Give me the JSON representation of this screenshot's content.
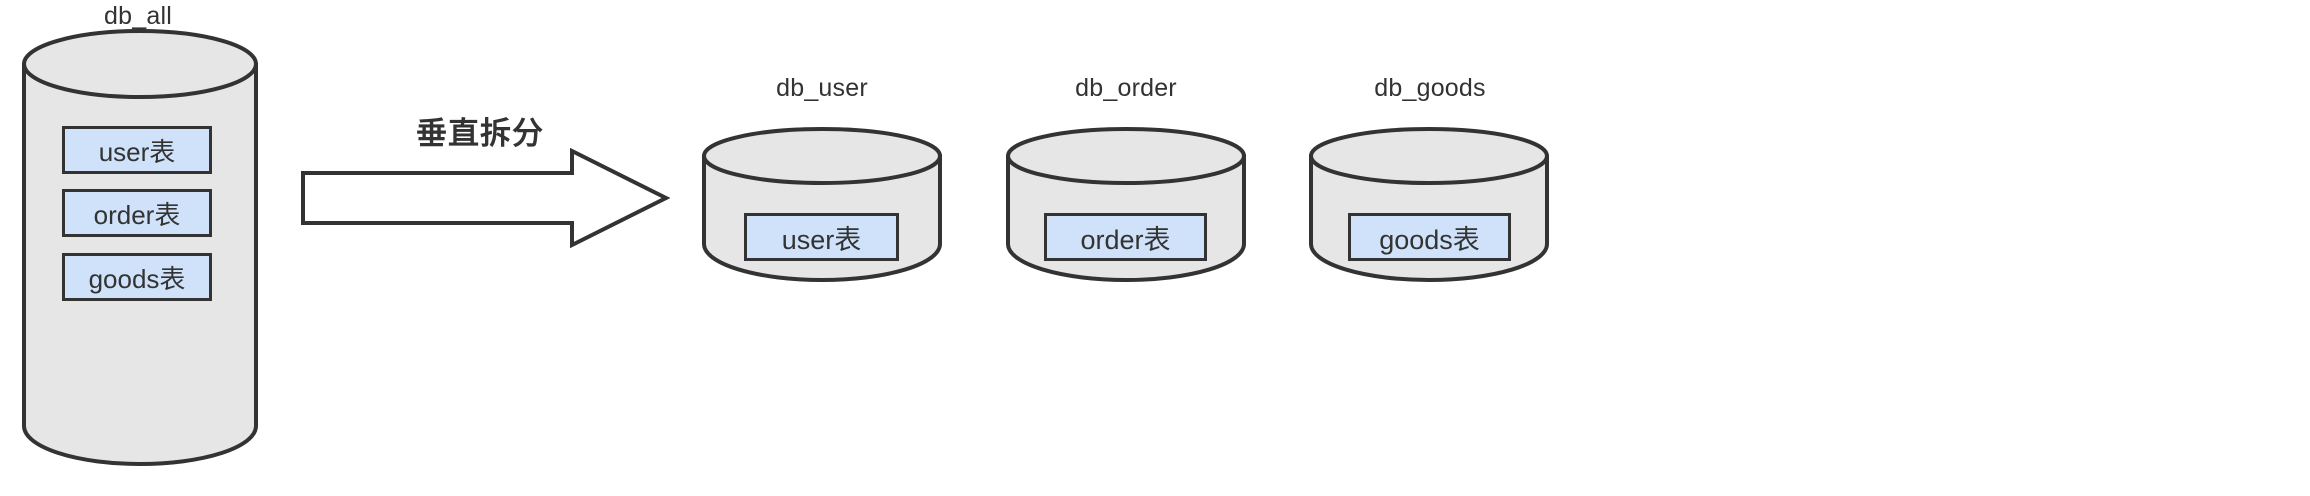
{
  "diagram": {
    "title_text": "垂直拆分",
    "source": {
      "label": "db_all",
      "tables": [
        {
          "name": "user表"
        },
        {
          "name": "order表"
        },
        {
          "name": "goods表"
        }
      ]
    },
    "targets": [
      {
        "label": "db_user",
        "table": "user表"
      },
      {
        "label": "db_order",
        "table": "order表"
      },
      {
        "label": "db_goods",
        "table": "goods表"
      }
    ],
    "colors": {
      "cylinder_fill": "#e6e6e6",
      "table_fill": "#cfe2fa",
      "stroke": "#333333",
      "text": "#333333",
      "background": "#ffffff"
    }
  }
}
